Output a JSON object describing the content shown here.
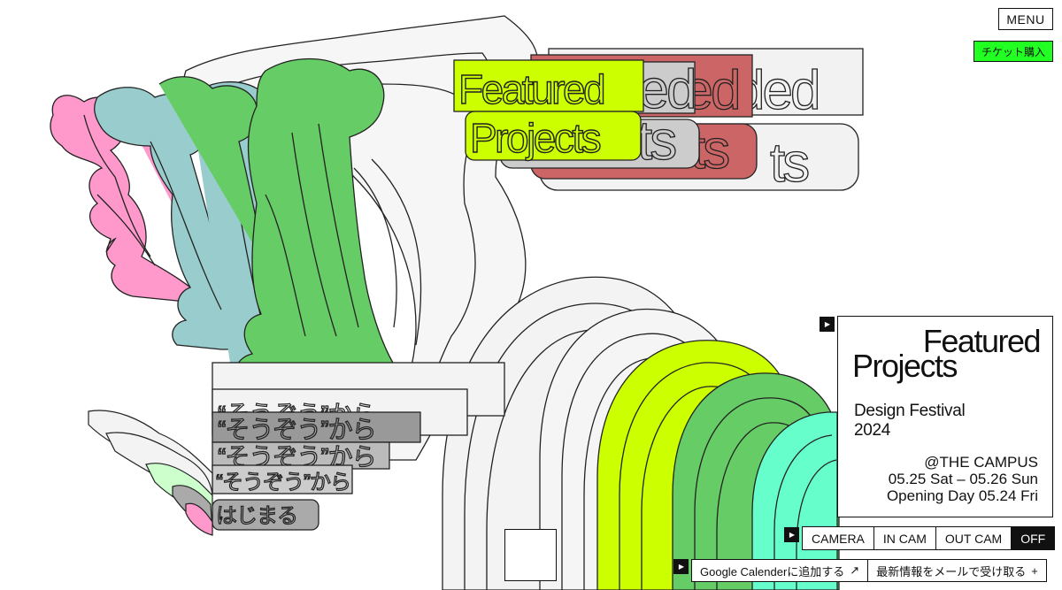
{
  "header": {
    "menu_label": "MENU",
    "ticket_label": "チケット購入"
  },
  "hero": {
    "title_line1": "Featured",
    "title_line2": "Projects",
    "echo_fragment_1": "ded",
    "echo_fragment_2": "ts",
    "tagline_line1": "“そうぞう”から",
    "tagline_line2": "はじまる"
  },
  "info": {
    "logo_line1": "Featured",
    "logo_line2": "Projects",
    "event_line1": "Design Festival",
    "event_line2": "2024",
    "venue": "@THE CAMPUS",
    "dates": "05.25 Sat – 05.26 Sun",
    "opening": "Opening Day 05.24 Fri"
  },
  "camera": {
    "options": [
      "CAMERA",
      "IN CAM",
      "OUT CAM",
      "OFF"
    ],
    "active": "OFF"
  },
  "links": {
    "calendar_label": "Google Calenderに追加する",
    "calendar_icon": "↗",
    "newsletter_label": "最新情報をメールで受け取る",
    "newsletter_icon": "+"
  },
  "colors": {
    "lime": "#ccff00",
    "green": "#66cc66",
    "pink": "#ff99cc",
    "teal": "#99cccc",
    "red": "#cc6666",
    "mint": "#66ffcc",
    "neon_green": "#22ff22"
  }
}
